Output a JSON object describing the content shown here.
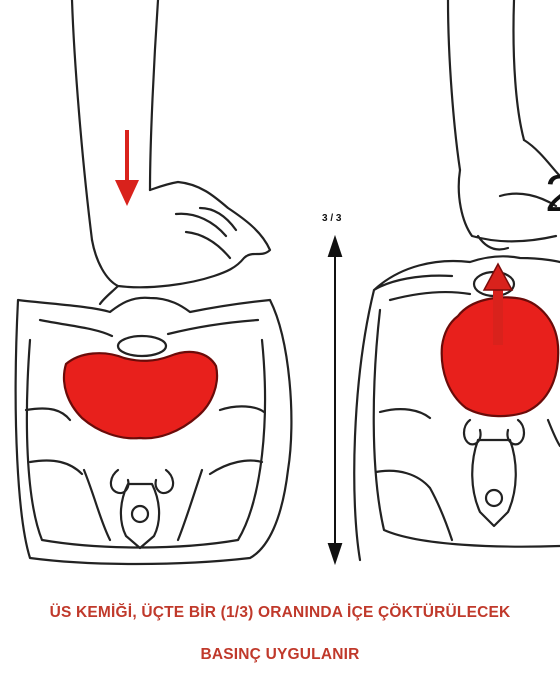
{
  "diagram": {
    "scale_label": "3 / 3",
    "step_number": "2",
    "caption_line1": "ÜS KEMİĞİ, ÜÇTE BİR (1/3) ORANINDA İÇE ÇÖKTÜRÜLECEK",
    "caption_line2": "BASINÇ UYGULANIR",
    "colors": {
      "heart": "#e8201c",
      "heart_outline": "#7a0c0a",
      "arrow": "#d9221c",
      "line": "#222222",
      "caption": "#c0392b"
    }
  }
}
